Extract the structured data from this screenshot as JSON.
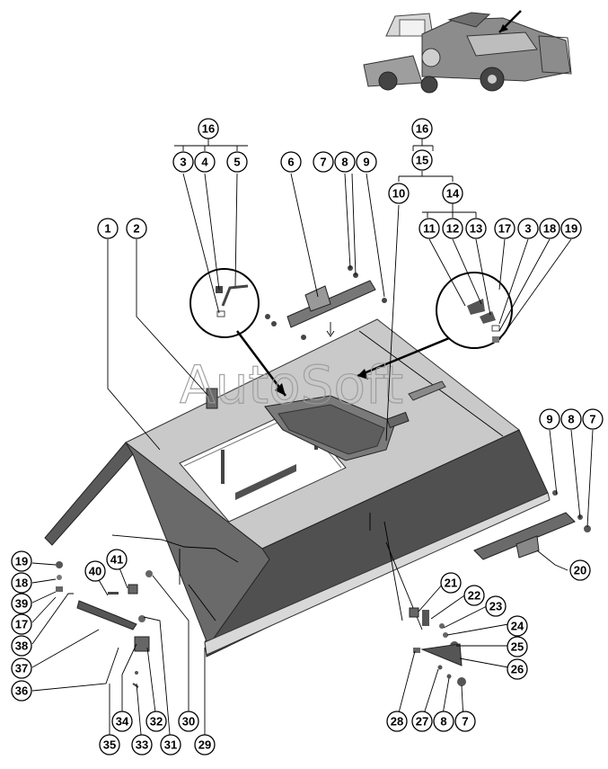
{
  "watermark": "AutoSoft",
  "callouts": [
    {
      "id": "c16a",
      "label": "16"
    },
    {
      "id": "c3a",
      "label": "3"
    },
    {
      "id": "c4",
      "label": "4"
    },
    {
      "id": "c5",
      "label": "5"
    },
    {
      "id": "c6",
      "label": "6"
    },
    {
      "id": "c7a",
      "label": "7"
    },
    {
      "id": "c8a",
      "label": "8"
    },
    {
      "id": "c9a",
      "label": "9"
    },
    {
      "id": "c16b",
      "label": "16"
    },
    {
      "id": "c15",
      "label": "15"
    },
    {
      "id": "c10",
      "label": "10"
    },
    {
      "id": "c14",
      "label": "14"
    },
    {
      "id": "c1",
      "label": "1"
    },
    {
      "id": "c2",
      "label": "2"
    },
    {
      "id": "c11",
      "label": "11"
    },
    {
      "id": "c12",
      "label": "12"
    },
    {
      "id": "c13",
      "label": "13"
    },
    {
      "id": "c17a",
      "label": "17"
    },
    {
      "id": "c3b",
      "label": "3"
    },
    {
      "id": "c18a",
      "label": "18"
    },
    {
      "id": "c19a",
      "label": "19"
    },
    {
      "id": "c9b",
      "label": "9"
    },
    {
      "id": "c8b",
      "label": "8"
    },
    {
      "id": "c7b",
      "label": "7"
    },
    {
      "id": "c20",
      "label": "20"
    },
    {
      "id": "c19b",
      "label": "19"
    },
    {
      "id": "c18b",
      "label": "18"
    },
    {
      "id": "c39",
      "label": "39"
    },
    {
      "id": "c17b",
      "label": "17"
    },
    {
      "id": "c38",
      "label": "38"
    },
    {
      "id": "c37",
      "label": "37"
    },
    {
      "id": "c36",
      "label": "36"
    },
    {
      "id": "c40",
      "label": "40"
    },
    {
      "id": "c41",
      "label": "41"
    },
    {
      "id": "c34",
      "label": "34"
    },
    {
      "id": "c35",
      "label": "35"
    },
    {
      "id": "c32",
      "label": "32"
    },
    {
      "id": "c33",
      "label": "33"
    },
    {
      "id": "c30",
      "label": "30"
    },
    {
      "id": "c31",
      "label": "31"
    },
    {
      "id": "c29",
      "label": "29"
    },
    {
      "id": "c21",
      "label": "21"
    },
    {
      "id": "c22",
      "label": "22"
    },
    {
      "id": "c23",
      "label": "23"
    },
    {
      "id": "c24",
      "label": "24"
    },
    {
      "id": "c25",
      "label": "25"
    },
    {
      "id": "c26",
      "label": "26"
    },
    {
      "id": "c28",
      "label": "28"
    },
    {
      "id": "c27",
      "label": "27"
    },
    {
      "id": "c8c",
      "label": "8"
    },
    {
      "id": "c7c",
      "label": "7"
    }
  ]
}
